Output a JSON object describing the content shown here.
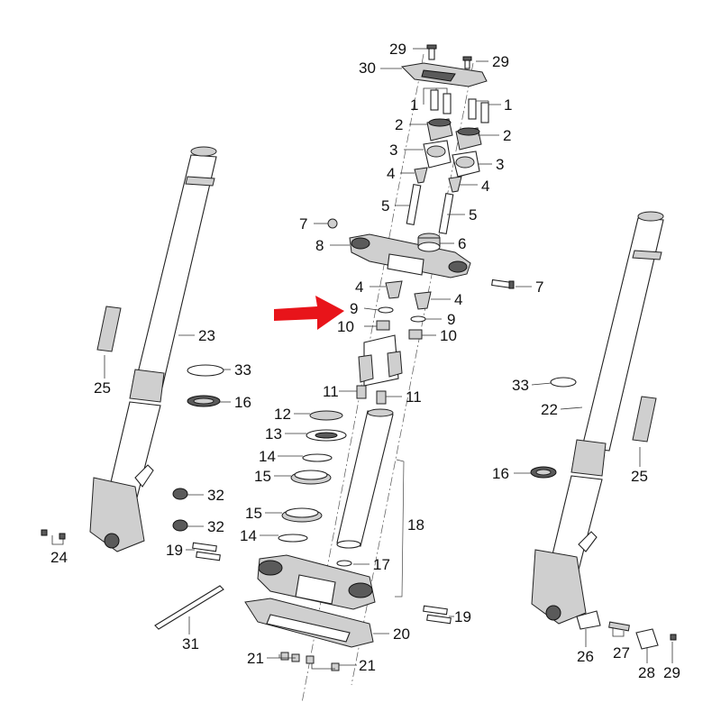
{
  "callouts": [
    {
      "id": "c29a",
      "text": "29"
    },
    {
      "id": "c29b",
      "text": "29"
    },
    {
      "id": "c30",
      "text": "30"
    },
    {
      "id": "c1a",
      "text": "1"
    },
    {
      "id": "c1b",
      "text": "1"
    },
    {
      "id": "c2a",
      "text": "2"
    },
    {
      "id": "c2b",
      "text": "2"
    },
    {
      "id": "c3a",
      "text": "3"
    },
    {
      "id": "c3b",
      "text": "3"
    },
    {
      "id": "c4a",
      "text": "4"
    },
    {
      "id": "c4b",
      "text": "4"
    },
    {
      "id": "c5a",
      "text": "5"
    },
    {
      "id": "c5b",
      "text": "5"
    },
    {
      "id": "c7a",
      "text": "7"
    },
    {
      "id": "c8",
      "text": "8"
    },
    {
      "id": "c6",
      "text": "6"
    },
    {
      "id": "c7b",
      "text": "7"
    },
    {
      "id": "c4c",
      "text": "4"
    },
    {
      "id": "c4d",
      "text": "4"
    },
    {
      "id": "c9a",
      "text": "9"
    },
    {
      "id": "c9b",
      "text": "9"
    },
    {
      "id": "c10a",
      "text": "10"
    },
    {
      "id": "c10b",
      "text": "10"
    },
    {
      "id": "c23",
      "text": "23"
    },
    {
      "id": "c25a",
      "text": "25"
    },
    {
      "id": "c33a",
      "text": "33"
    },
    {
      "id": "c16a",
      "text": "16"
    },
    {
      "id": "c11a",
      "text": "11"
    },
    {
      "id": "c11b",
      "text": "11"
    },
    {
      "id": "c12",
      "text": "12"
    },
    {
      "id": "c13",
      "text": "13"
    },
    {
      "id": "c14a",
      "text": "14"
    },
    {
      "id": "c15a",
      "text": "15"
    },
    {
      "id": "c15b",
      "text": "15"
    },
    {
      "id": "c14b",
      "text": "14"
    },
    {
      "id": "c18",
      "text": "18"
    },
    {
      "id": "c17",
      "text": "17"
    },
    {
      "id": "c32a",
      "text": "32"
    },
    {
      "id": "c32b",
      "text": "32"
    },
    {
      "id": "c24",
      "text": "24"
    },
    {
      "id": "c19a",
      "text": "19"
    },
    {
      "id": "c19b",
      "text": "19"
    },
    {
      "id": "c20",
      "text": "20"
    },
    {
      "id": "c21a",
      "text": "21"
    },
    {
      "id": "c21b",
      "text": "21"
    },
    {
      "id": "c31",
      "text": "31"
    },
    {
      "id": "c33b",
      "text": "33"
    },
    {
      "id": "c22",
      "text": "22"
    },
    {
      "id": "c16b",
      "text": "16"
    },
    {
      "id": "c25b",
      "text": "25"
    },
    {
      "id": "c26",
      "text": "26"
    },
    {
      "id": "c27",
      "text": "27"
    },
    {
      "id": "c28",
      "text": "28"
    },
    {
      "id": "c29c",
      "text": "29"
    }
  ],
  "highlight_arrow": {
    "color": "#e8141a",
    "points_to": "9"
  }
}
